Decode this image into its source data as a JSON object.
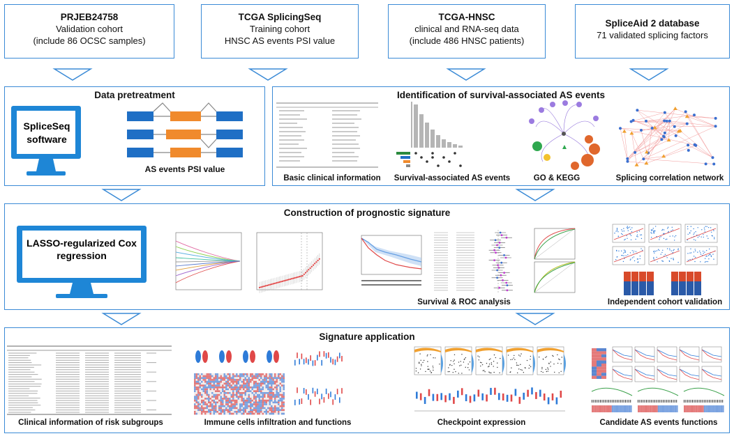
{
  "sources": [
    {
      "bold": "PRJEB24758",
      "l1": "Validation cohort",
      "l2": "(include 86 OCSC samples)"
    },
    {
      "bold": "TCGA SplicingSeq",
      "l1": "Training cohort",
      "l2": "HNSC AS events PSI value"
    },
    {
      "bold": "TCGA-HNSC",
      "l1": "clinical and RNA-seq data",
      "l2": "(include 486 HNSC patients)"
    },
    {
      "bold": "SpliceAid 2 database",
      "l1": "71 validated splicing factors",
      "l2": ""
    }
  ],
  "pretreatment": {
    "title": "Data pretreatment",
    "software": "SpliceSeq software",
    "caption": "AS events PSI value"
  },
  "identification": {
    "title": "Identification of survival-associated AS events",
    "captions": [
      "Basic clinical information",
      "Survival-associated AS events",
      "GO & KEGG",
      "Splicing correlation network"
    ]
  },
  "signature": {
    "title": "Construction of prognostic signature",
    "method": "LASSO-regularized Cox regression",
    "captions": [
      "Survival & ROC analysis",
      "Independent cohort validation"
    ]
  },
  "application": {
    "title": "Signature application",
    "captions": [
      "Clinical information of risk subgroups",
      "Immune cells infiltration and functions",
      "Checkpoint expression",
      "Candidate AS events functions"
    ]
  },
  "colors": {
    "border": "#3a8ad6",
    "blue": "#1f6fc5",
    "orange": "#f08a2c",
    "monitor": "#1e86d6"
  }
}
